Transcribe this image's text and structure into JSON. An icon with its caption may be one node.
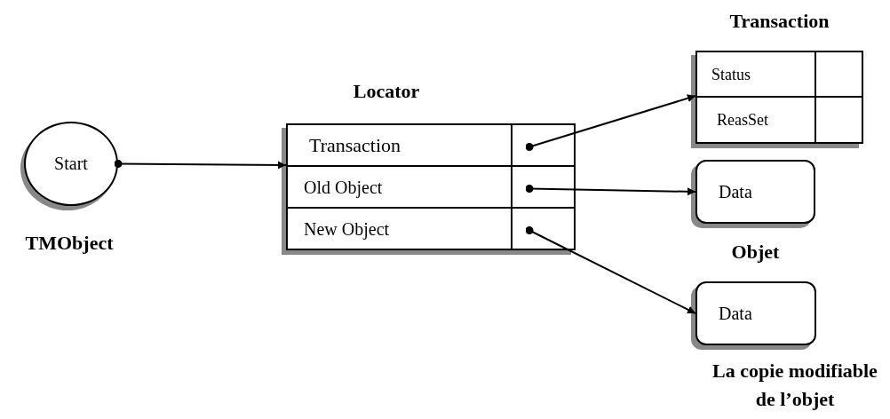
{
  "diagram": {
    "nodes": [
      {
        "text": [
          "Start"
        ],
        "beside": [
          "TMObject"
        ]
      },
      {
        "text": [
          "Locator"
        ]
      },
      {
        "text": [
          "Transaction"
        ],
        "in": 1
      },
      {
        "text": [
          "Old Object"
        ],
        "in": 1
      },
      {
        "text": [
          "New Object"
        ],
        "in": 1
      },
      {
        "text": [
          "Transaction"
        ]
      },
      {
        "text": [
          "Status"
        ],
        "in": 5
      },
      {
        "text": [
          "ReasSet"
        ],
        "in": 5
      },
      {
        "text": [
          "Data"
        ],
        "beside": [
          "Objet"
        ]
      },
      {
        "text": [
          "Data"
        ],
        "beside": [
          "La copie modifiable de l’objet"
        ]
      }
    ],
    "edges": [
      {
        "from": 0,
        "to": 1,
        "arrow": "to"
      },
      {
        "from": 2,
        "to": 5,
        "arrow": "to"
      },
      {
        "from": 3,
        "to": 8,
        "arrow": "to"
      },
      {
        "from": 4,
        "to": 9,
        "arrow": "to"
      }
    ]
  }
}
